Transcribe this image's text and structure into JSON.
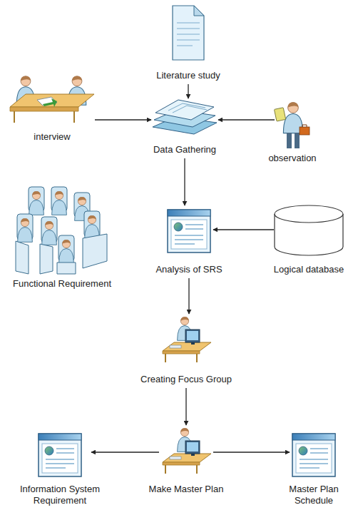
{
  "diagram": {
    "nodes": [
      {
        "text": [
          "Literature study"
        ]
      },
      {
        "text": [
          "interview"
        ]
      },
      {
        "text": [
          "Data Gathering"
        ]
      },
      {
        "text": [
          "observation"
        ]
      },
      {
        "text": [
          "Functional Requirement"
        ]
      },
      {
        "text": [
          "Analysis of SRS"
        ]
      },
      {
        "text": [
          "Logical database"
        ]
      },
      {
        "text": [
          "Creating Focus Group"
        ]
      },
      {
        "text": [
          "Information System Requirement"
        ]
      },
      {
        "text": [
          "Make Master Plan"
        ]
      },
      {
        "text": [
          "Master Plan Schedule"
        ]
      }
    ],
    "edges": [
      {
        "from": 0,
        "to": 2,
        "arrow": "to"
      },
      {
        "from": 1,
        "to": 2,
        "arrow": "to"
      },
      {
        "from": 3,
        "to": 2,
        "arrow": "to"
      },
      {
        "from": 2,
        "to": 5,
        "arrow": "to"
      },
      {
        "from": 6,
        "to": 5,
        "arrow": "to"
      },
      {
        "from": 5,
        "to": 7,
        "arrow": "to"
      },
      {
        "from": 7,
        "to": 9,
        "arrow": "to"
      },
      {
        "from": 9,
        "to": 8,
        "arrow": "to"
      },
      {
        "from": 9,
        "to": 10,
        "arrow": "to"
      }
    ]
  }
}
